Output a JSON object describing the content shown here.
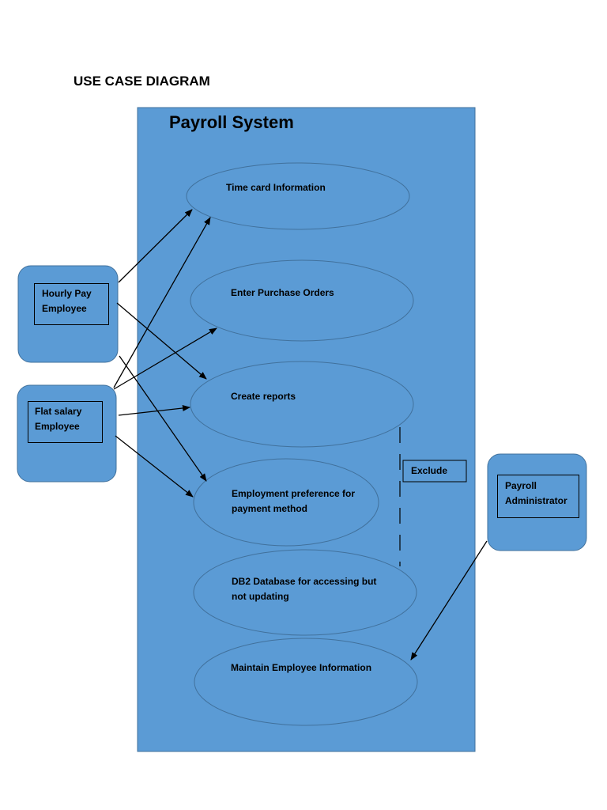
{
  "page_heading": "USE CASE DIAGRAM",
  "system": {
    "title": "Payroll System"
  },
  "use_cases": [
    {
      "id": "time-card",
      "label_lines": [
        "Time card Information"
      ]
    },
    {
      "id": "purchase-orders",
      "label_lines": [
        "Enter Purchase Orders"
      ]
    },
    {
      "id": "create-reports",
      "label_lines": [
        "Create reports"
      ]
    },
    {
      "id": "employment-preference",
      "label_lines": [
        "Employment preference for",
        "payment method"
      ]
    },
    {
      "id": "db2-database",
      "label_lines": [
        "DB2 Database for accessing but",
        "not updating"
      ]
    },
    {
      "id": "maintain-employee",
      "label_lines": [
        "Maintain Employee Information"
      ]
    }
  ],
  "actors": [
    {
      "id": "hourly-pay-employee",
      "label_lines": [
        "Hourly Pay",
        "Employee"
      ]
    },
    {
      "id": "flat-salary-employee",
      "label_lines": [
        "Flat salary",
        "Employee"
      ]
    },
    {
      "id": "payroll-administrator",
      "label_lines": [
        "Payroll",
        "Administrator"
      ]
    }
  ],
  "exclude_label": "Exclude",
  "colors": {
    "fill": "#5b9bd5",
    "stroke": "#41719c",
    "text": "#000000"
  }
}
